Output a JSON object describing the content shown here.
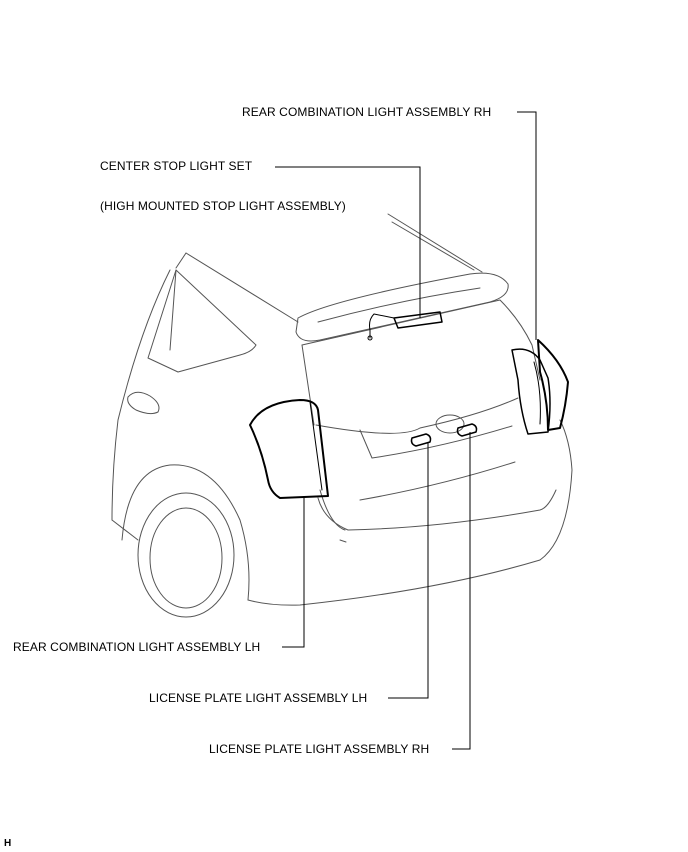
{
  "labels": {
    "rear_combination_rh": "REAR COMBINATION LIGHT ASSEMBLY RH",
    "center_stop_light_set": "CENTER STOP LIGHT SET",
    "high_mounted_stop_light": "(HIGH MOUNTED STOP LIGHT ASSEMBLY)",
    "rear_combination_lh": "REAR COMBINATION LIGHT ASSEMBLY LH",
    "license_plate_lh": "LICENSE PLATE LIGHT ASSEMBLY LH",
    "license_plate_rh": "LICENSE PLATE LIGHT ASSEMBLY RH"
  },
  "reference_code": "H",
  "colors": {
    "line": "#000000",
    "car_outline": "#555555",
    "background": "#ffffff"
  }
}
